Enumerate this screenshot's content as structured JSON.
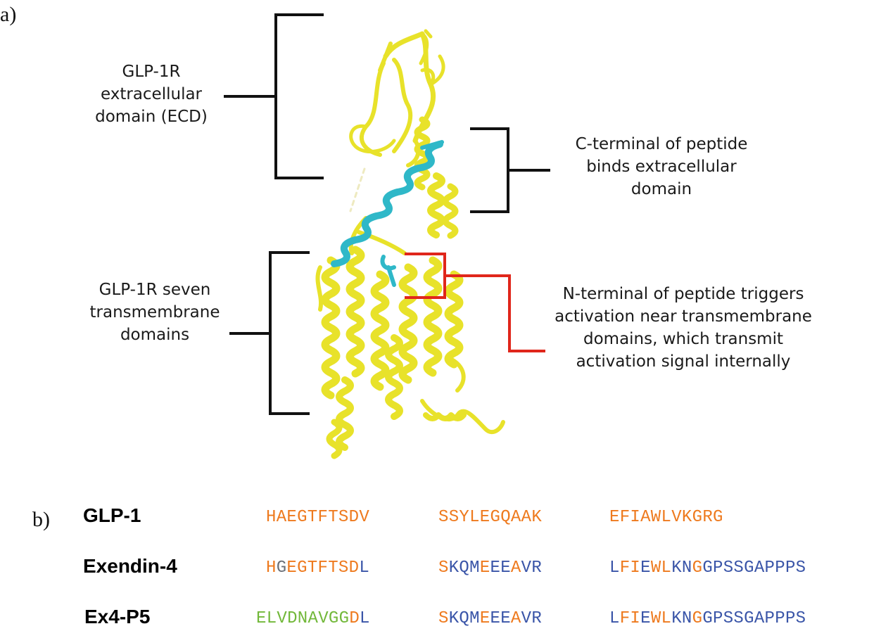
{
  "panel_a": {
    "label": "a)",
    "callouts": {
      "ecd": [
        "GLP-1R",
        "extracellular",
        "domain (ECD)"
      ],
      "cterm": [
        "C-terminal of peptide",
        "binds extracellular",
        "domain"
      ],
      "tm7": [
        "GLP-1R seven",
        "transmembrane",
        "domains"
      ],
      "nterm": [
        "N-terminal of peptide triggers",
        "activation near transmembrane",
        "domains, which transmit",
        "activation signal internally"
      ]
    },
    "colors": {
      "receptor": "#e8e22a",
      "peptide": "#2fb8c8",
      "bracket": "#111111",
      "activation_bracket": "#e0261b"
    }
  },
  "panel_b": {
    "label": "b)",
    "colors": {
      "o": "#ee7a1e",
      "b": "#3a55a8",
      "g": "#6b7078",
      "n": "#72b83a"
    },
    "peptides": [
      {
        "name": "GLP-1",
        "blocks": [
          [
            [
              "HAEGTFTSDV",
              "o"
            ]
          ],
          [
            [
              "SSYLEGQAAK",
              "o"
            ]
          ],
          [
            [
              "EFIAWLVKGRG",
              "o"
            ]
          ]
        ]
      },
      {
        "name": "Exendin-4",
        "blocks": [
          [
            [
              "H",
              "o"
            ],
            [
              "G",
              "g"
            ],
            [
              "EGTFTSD",
              "o"
            ],
            [
              "L",
              "b"
            ]
          ],
          [
            [
              "S",
              "o"
            ],
            [
              "KQM",
              "b"
            ],
            [
              "E",
              "o"
            ],
            [
              "EE",
              "b"
            ],
            [
              "A",
              "o"
            ],
            [
              "VR",
              "b"
            ]
          ],
          [
            [
              "L",
              "b"
            ],
            [
              "FI",
              "o"
            ],
            [
              "E",
              "b"
            ],
            [
              "WL",
              "o"
            ],
            [
              "KN",
              "b"
            ],
            [
              "G",
              "o"
            ],
            [
              "GPSSGAPPPS",
              "b"
            ]
          ]
        ]
      },
      {
        "name": "Ex4-P5",
        "blocks": [
          [
            [
              "ELVDNAVGG",
              "n"
            ],
            [
              "D",
              "o"
            ],
            [
              "L",
              "b"
            ]
          ],
          [
            [
              "S",
              "o"
            ],
            [
              "KQM",
              "b"
            ],
            [
              "E",
              "o"
            ],
            [
              "EE",
              "b"
            ],
            [
              "A",
              "o"
            ],
            [
              "VR",
              "b"
            ]
          ],
          [
            [
              "L",
              "b"
            ],
            [
              "FI",
              "o"
            ],
            [
              "E",
              "b"
            ],
            [
              "WL",
              "o"
            ],
            [
              "KN",
              "b"
            ],
            [
              "G",
              "o"
            ],
            [
              "GPSSGAPPPS",
              "b"
            ]
          ]
        ]
      }
    ]
  }
}
